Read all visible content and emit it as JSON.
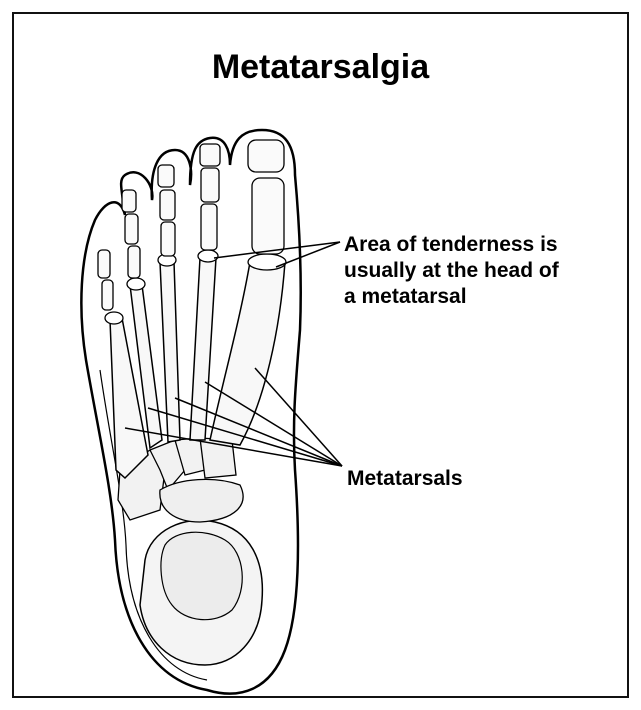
{
  "diagram": {
    "title": "Metatarsalgia",
    "labels": {
      "tenderness_line1": "Area of tenderness is",
      "tenderness_line2": "usually at the head of",
      "tenderness_line3": "a metatarsal",
      "metatarsals": "Metatarsals"
    }
  }
}
